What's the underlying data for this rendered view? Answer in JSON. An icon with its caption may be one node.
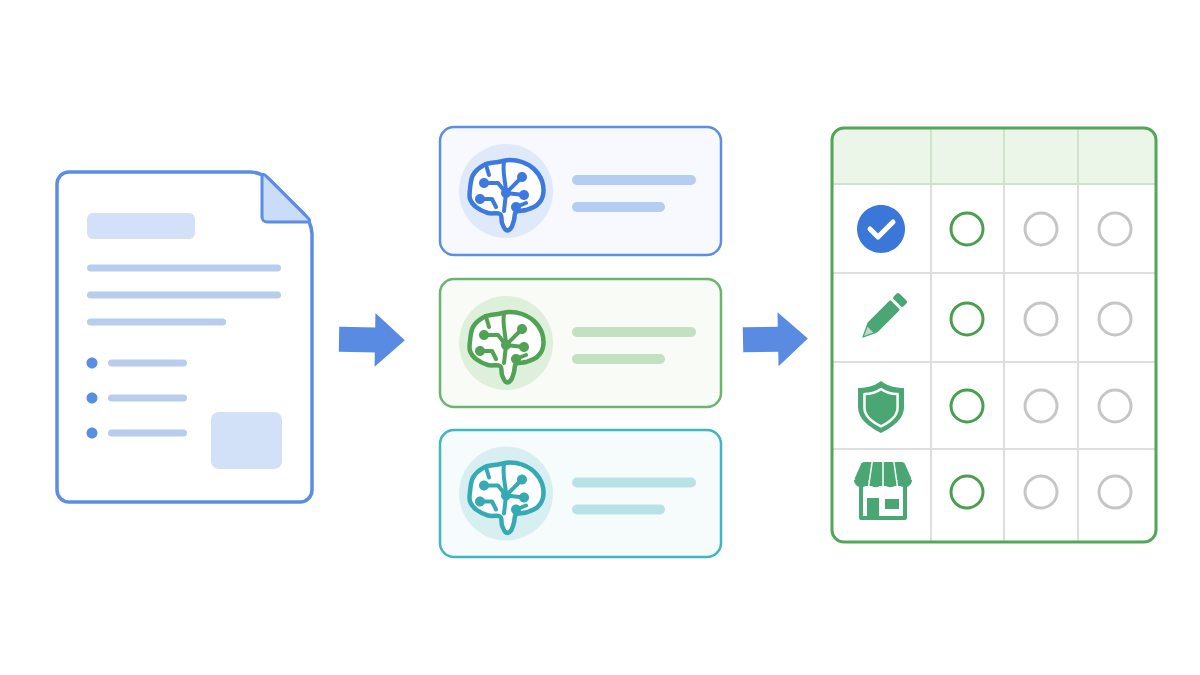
{
  "diagram": {
    "nodes": [
      {
        "text": [],
        "shape": "document"
      },
      {
        "text": [],
        "shape": "box"
      },
      {
        "text": [],
        "shape": "box"
      },
      {
        "text": [],
        "shape": "box"
      },
      {
        "text": [],
        "shape": "table"
      }
    ],
    "edges": [
      {
        "from": 0,
        "to": 2,
        "arrow": "to"
      },
      {
        "from": 2,
        "to": 4,
        "arrow": "to"
      }
    ]
  }
}
